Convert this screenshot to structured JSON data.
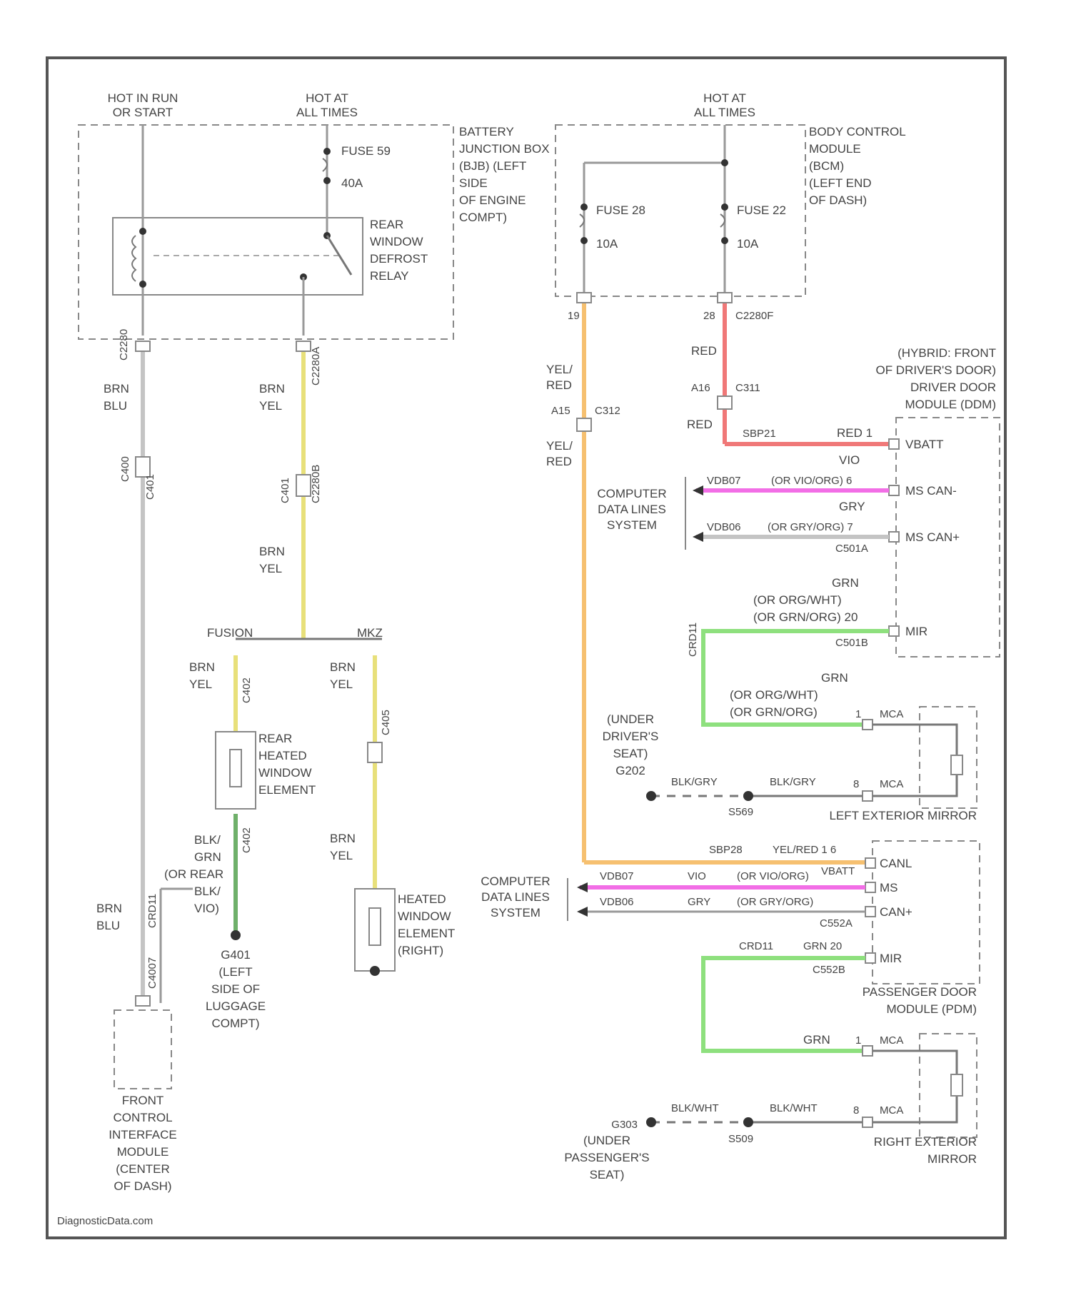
{
  "labels": {
    "hot_run_start": [
      "HOT IN RUN",
      "OR START"
    ],
    "hot_at_all_times_left": [
      "HOT AT",
      "ALL TIMES"
    ],
    "hot_at_all_times_right": [
      "HOT AT",
      "ALL TIMES"
    ],
    "battery_junction_box": [
      "BATTERY",
      "JUNCTION BOX",
      "(BJB) (LEFT",
      "SIDE",
      "OF ENGINE",
      "COMPT)"
    ],
    "fuse_left": "FUSE 59",
    "fuse_left_rating": "40A",
    "relay": [
      "REAR",
      "WINDOW",
      "DEFROST",
      "RELAY"
    ],
    "bcm": [
      "BODY CONTROL",
      "MODULE",
      "(BCM)",
      "(LEFT END",
      "OF DASH)"
    ],
    "fuse_28": "FUSE 28",
    "fuse_28_rating": "10A",
    "fuse_22": "FUSE 22",
    "fuse_22_rating": "10A",
    "pin_19": "19",
    "pin_28": "28",
    "c2280f": "C2280F",
    "red_1": "RED",
    "a16": "A16",
    "c311": "C311",
    "red_2": "RED",
    "yel_red_1": [
      "YEL/",
      "RED"
    ],
    "a15": "A15",
    "c312": "C312",
    "yel_red_2": [
      "YEL/",
      "RED"
    ],
    "ddm": [
      "(HYBRID: FRONT",
      "OF DRIVER'S DOOR)",
      "DRIVER DOOR",
      "MODULE (DDM)"
    ],
    "sbp21": "SBP21",
    "red_pin1": "RED 1",
    "vbatt": "VBATT",
    "vio": "VIO",
    "vdb07_1": "VDB07",
    "or_vio_org_6": "(OR VIO/ORG) 6",
    "ms_can_minus": "MS CAN-",
    "cdls_1": [
      "COMPUTER",
      "DATA LINES",
      "SYSTEM"
    ],
    "gry": "GRY",
    "vdb06_1": "VDB06",
    "or_gry_org_7": "(OR GRY/ORG) 7",
    "ms_can_plus": "MS CAN+",
    "c501a": "C501A",
    "grn_1": "GRN",
    "or_org_wht_1": "(OR ORG/WHT)",
    "or_grn_org_20": "(OR GRN/ORG) 20",
    "mir": "MIR",
    "c501b": "C501B",
    "crd11_1": "CRD11",
    "grn_2": "GRN",
    "or_org_wht_2": "(OR ORG/WHT)",
    "or_grn_org_2": "(OR GRN/ORG)",
    "pin_1a": "1",
    "mca_1": "MCA",
    "under_drivers_seat": [
      "(UNDER",
      "DRIVER'S",
      "SEAT)",
      "G202"
    ],
    "blk_gry_1": "BLK/GRY",
    "blk_gry_2": "BLK/GRY",
    "pin_8a": "8",
    "mca_2": "MCA",
    "s569": "S569",
    "left_ext_mirror": "LEFT EXTERIOR MIRROR",
    "sbp28": "SBP28",
    "yel_red_1_6": "YEL/RED 1 6",
    "vbatt_2": "VBATT",
    "canl": "CANL",
    "cdls_2": [
      "COMPUTER",
      "DATA LINES",
      "SYSTEM"
    ],
    "vdb07_2": "VDB07",
    "vio_2": "VIO",
    "or_vio_org_2": "(OR VIO/ORG)",
    "ms": "MS",
    "vdb06_2": "VDB06",
    "gry_2": "GRY",
    "or_gry_org_2": "(OR GRY/ORG)",
    "can_plus": "CAN+",
    "c552a": "C552A",
    "crd11_2": "CRD11",
    "grn_20": "GRN 20",
    "mir_2": "MIR",
    "c552b": "C552B",
    "pdm": [
      "PASSENGER DOOR",
      "MODULE (PDM)"
    ],
    "grn_3": "GRN",
    "pin_1b": "1",
    "mca_3": "MCA",
    "g303": "G303",
    "under_pass_seat": [
      "(UNDER",
      "PASSENGER'S",
      "SEAT)"
    ],
    "blk_wht_1": "BLK/WHT",
    "blk_wht_2": "BLK/WHT",
    "pin_8b": "8",
    "mca_4": "MCA",
    "s509": "S509",
    "right_ext_mirror": [
      "RIGHT EXTERIOR",
      "MIRROR"
    ],
    "brn_blu_1": [
      "BRN",
      "BLU"
    ],
    "brn_blu_2": [
      "BRN",
      "BLU"
    ],
    "brn_yel_1": [
      "BRN",
      "YEL"
    ],
    "brn_yel_2": [
      "BRN",
      "YEL"
    ],
    "brn_yel_3": [
      "BRN",
      "YEL"
    ],
    "brn_yel_4": [
      "BRN",
      "YEL"
    ],
    "brn_yel_5": [
      "BRN",
      "YEL"
    ],
    "c2280a": "C2280A",
    "c2280b": "C2280B",
    "fusion": "FUSION",
    "mkz": "MKZ",
    "rear_heated_window": [
      "REAR",
      "HEATED",
      "WINDOW",
      "ELEMENT"
    ],
    "heated_window_right": [
      "HEATED",
      "WINDOW",
      "ELEMENT",
      "(RIGHT)"
    ],
    "blk_grn": [
      "BLK/",
      "GRN"
    ],
    "or_rear_blk_vio": [
      "(OR REAR",
      "BLK/",
      "VIO)"
    ],
    "g401": [
      "G401",
      "(LEFT",
      "SIDE OF",
      "LUGGAGE",
      "COMPT)"
    ],
    "fcim": [
      "FRONT",
      "CONTROL",
      "INTERFACE",
      "MODULE",
      "(CENTER",
      "OF DASH)"
    ],
    "c400": "C400",
    "c401": "C401",
    "c402": "C402",
    "c405": "C405",
    "crd11_3": "CRD11",
    "c4007": "C4007",
    "c2280": "C2280",
    "footer": "DiagnosticData.com"
  }
}
